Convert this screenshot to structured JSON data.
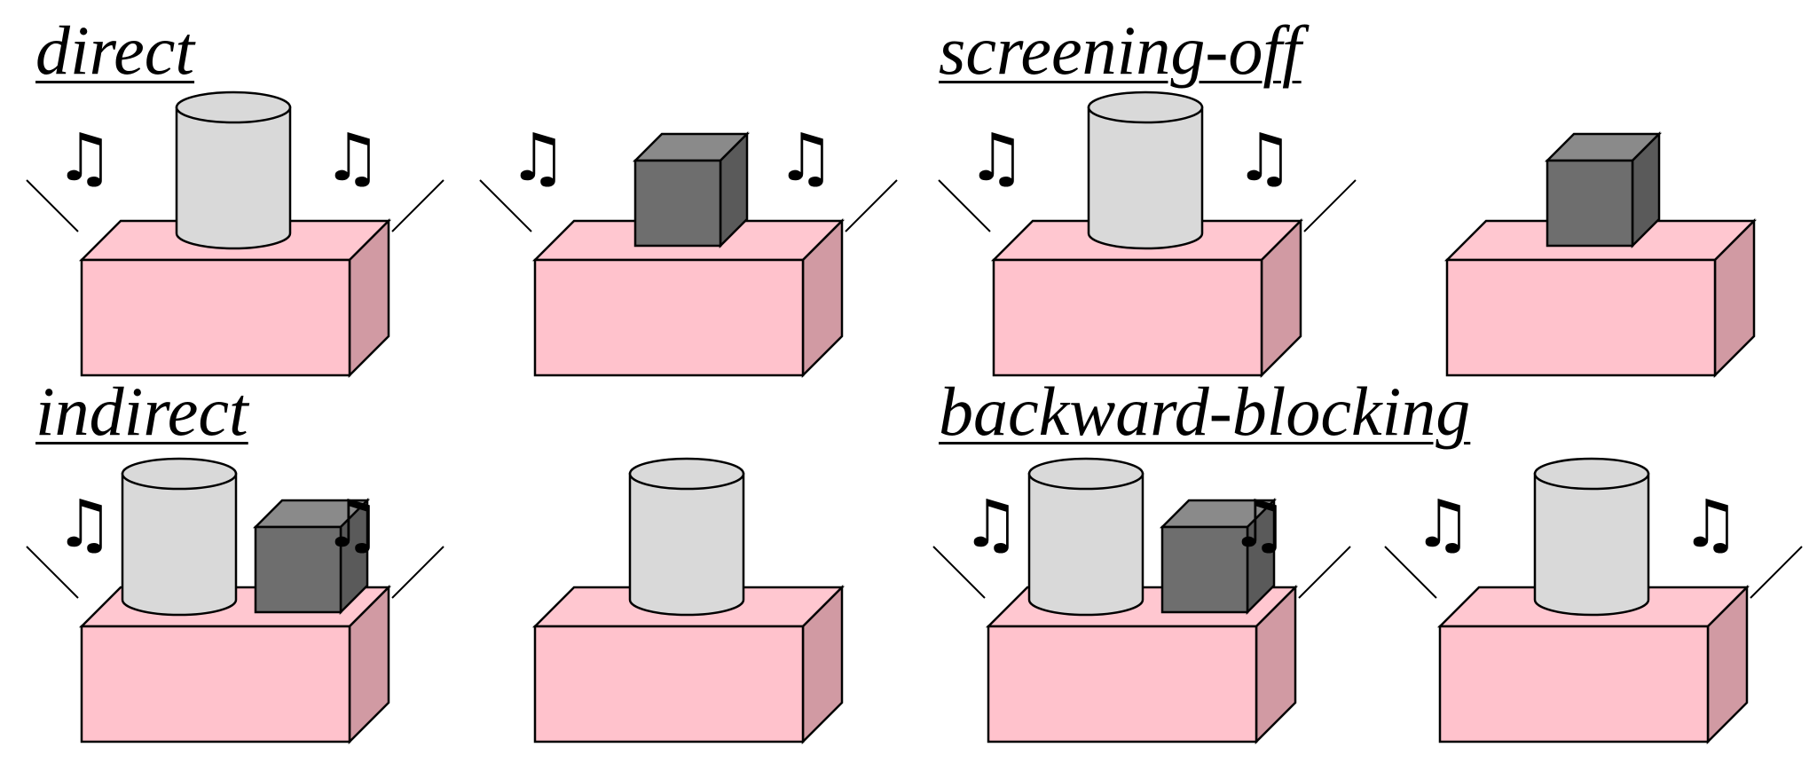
{
  "conditions": [
    {
      "title": "direct",
      "trials": [
        {
          "objects": [
            "cylinder"
          ],
          "activates": true
        },
        {
          "objects": [
            "cube"
          ],
          "activates": true
        }
      ]
    },
    {
      "title": "screening-off",
      "trials": [
        {
          "objects": [
            "cylinder"
          ],
          "activates": true
        },
        {
          "objects": [
            "cube"
          ],
          "activates": false
        }
      ]
    },
    {
      "title": "indirect",
      "trials": [
        {
          "objects": [
            "cylinder",
            "cube"
          ],
          "activates": true
        },
        {
          "objects": [
            "cylinder"
          ],
          "activates": false
        }
      ]
    },
    {
      "title": "backward-blocking",
      "trials": [
        {
          "objects": [
            "cylinder",
            "cube"
          ],
          "activates": true
        },
        {
          "objects": [
            "cylinder"
          ],
          "activates": true
        }
      ]
    }
  ],
  "colors": {
    "detector_front": "#ffc2cc",
    "detector_top": "#ffc7d0",
    "detector_side": "#d19aa3",
    "cylinder_fill": "#d9d9d9",
    "cube_front": "#6e6e6e",
    "cube_top": "#8a8a8a",
    "cube_side": "#5a5a5a",
    "outline": "#000000"
  },
  "icons": {
    "note": "music-note-icon",
    "ray": "activation-ray-icon"
  }
}
